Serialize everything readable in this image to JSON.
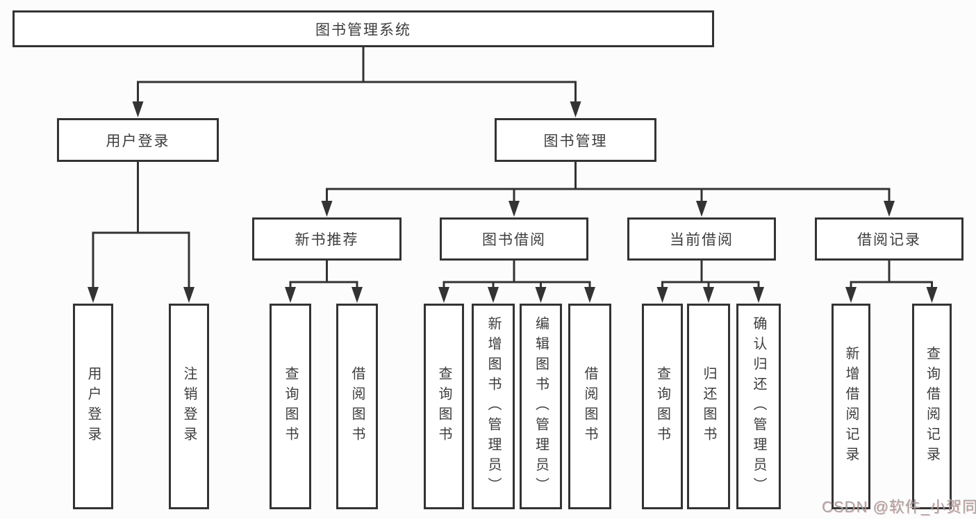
{
  "diagram": {
    "title": "图书管理系统",
    "nodes": [
      {
        "id": "library-system",
        "label": "图书管理系统",
        "parent": null
      },
      {
        "id": "user-login",
        "label": "用户登录",
        "parent": "library-system"
      },
      {
        "id": "book-management",
        "label": "图书管理",
        "parent": "library-system"
      },
      {
        "id": "new-book-recommend",
        "label": "新书推荐",
        "parent": "book-management"
      },
      {
        "id": "book-borrowing",
        "label": "图书借阅",
        "parent": "book-management"
      },
      {
        "id": "current-borrowing",
        "label": "当前借阅",
        "parent": "book-management"
      },
      {
        "id": "borrowing-records",
        "label": "借阅记录",
        "parent": "book-management"
      },
      {
        "id": "user-login-action",
        "label": "用户登录",
        "parent": "user-login"
      },
      {
        "id": "logout-action",
        "label": "注销登录",
        "parent": "user-login"
      },
      {
        "id": "query-books-recommend",
        "label": "查询图书",
        "parent": "new-book-recommend"
      },
      {
        "id": "borrow-books-recommend",
        "label": "借阅图书",
        "parent": "new-book-recommend"
      },
      {
        "id": "query-books-borrowing",
        "label": "查询图书",
        "parent": "book-borrowing"
      },
      {
        "id": "add-books-admin",
        "label": "新增图书（管理员）",
        "parent": "book-borrowing"
      },
      {
        "id": "edit-books-admin",
        "label": "编辑图书（管理员）",
        "parent": "book-borrowing"
      },
      {
        "id": "borrow-books-borrowing",
        "label": "借阅图书",
        "parent": "book-borrowing"
      },
      {
        "id": "query-books-current",
        "label": "查询图书",
        "parent": "current-borrowing"
      },
      {
        "id": "return-books",
        "label": "归还图书",
        "parent": "current-borrowing"
      },
      {
        "id": "confirm-return-admin",
        "label": "确认归还（管理员）",
        "parent": "current-borrowing"
      },
      {
        "id": "add-borrow-record",
        "label": "新增借阅记录",
        "parent": "borrowing-records"
      },
      {
        "id": "query-borrow-record",
        "label": "查询借阅记录",
        "parent": "borrowing-records"
      }
    ]
  },
  "watermark": {
    "text": "CSDN @软件_小贺同学"
  },
  "colors": {
    "line": "#333333",
    "box_border": "#333333",
    "box_fill": "#ffffff",
    "text": "#3d3d3d",
    "background": "#fcfcfc",
    "watermark": "#9e9e9e"
  }
}
